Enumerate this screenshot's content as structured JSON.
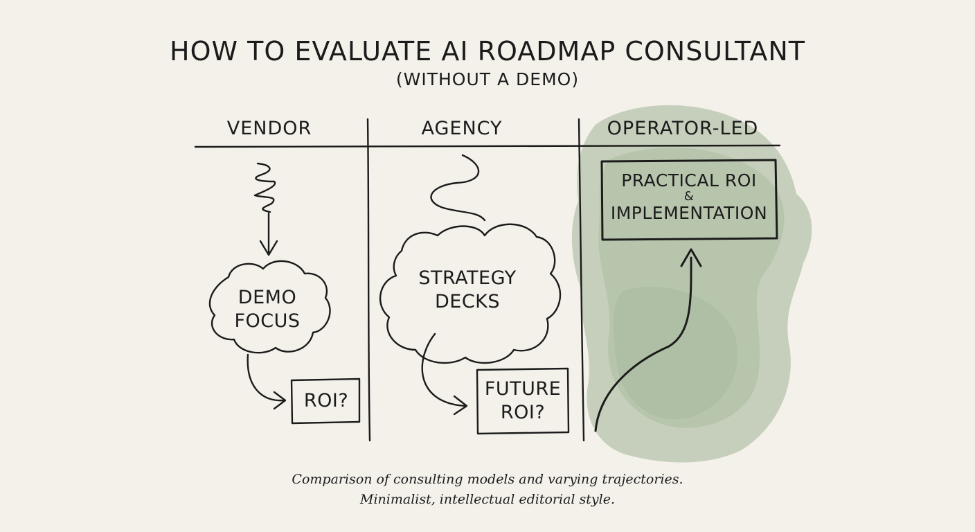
{
  "title": "HOW TO EVALUATE AI ROADMAP CONSULTANT",
  "subtitle": "(WITHOUT A DEMO)",
  "columns": [
    {
      "heading": "VENDOR",
      "cloud": [
        "DEMO",
        "FOCUS"
      ],
      "box": [
        "ROI?"
      ]
    },
    {
      "heading": "AGENCY",
      "cloud": [
        "STRATEGY",
        "DECKS"
      ],
      "box": [
        "FUTURE",
        "ROI?"
      ]
    },
    {
      "heading": "OPERATOR-LED",
      "box": [
        "PRACTICAL ROI",
        "&",
        "IMPLEMENTATION"
      ]
    }
  ],
  "caption": [
    "Comparison of consulting models and varying trajectories.",
    "Minimalist, intellectual editorial style."
  ],
  "colors": {
    "ink": "#1b1b1b",
    "paper": "#f3f1ea",
    "wash": "#9fb394"
  }
}
